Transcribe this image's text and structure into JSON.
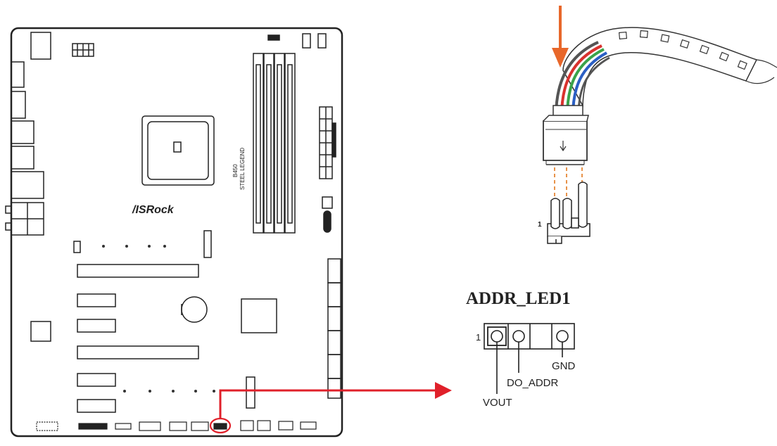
{
  "board": {
    "model_line1": "B450",
    "model_line2": "STEEL LEGEND",
    "brand": "/ISRock"
  },
  "header": {
    "title": "ADDR_LED1",
    "pin1_marker": "1"
  },
  "pins": {
    "vout": "VOUT",
    "do_addr": "DO_ADDR",
    "gnd": "GND"
  },
  "connector": {
    "pin1_marker": "1"
  },
  "colors": {
    "callout_red": "#e0202a",
    "arrow_orange": "#e8672a",
    "guide_orange": "#e8934a",
    "wire_red": "#d9322e",
    "wire_green": "#3aa34a",
    "wire_blue": "#2b5fc4"
  }
}
